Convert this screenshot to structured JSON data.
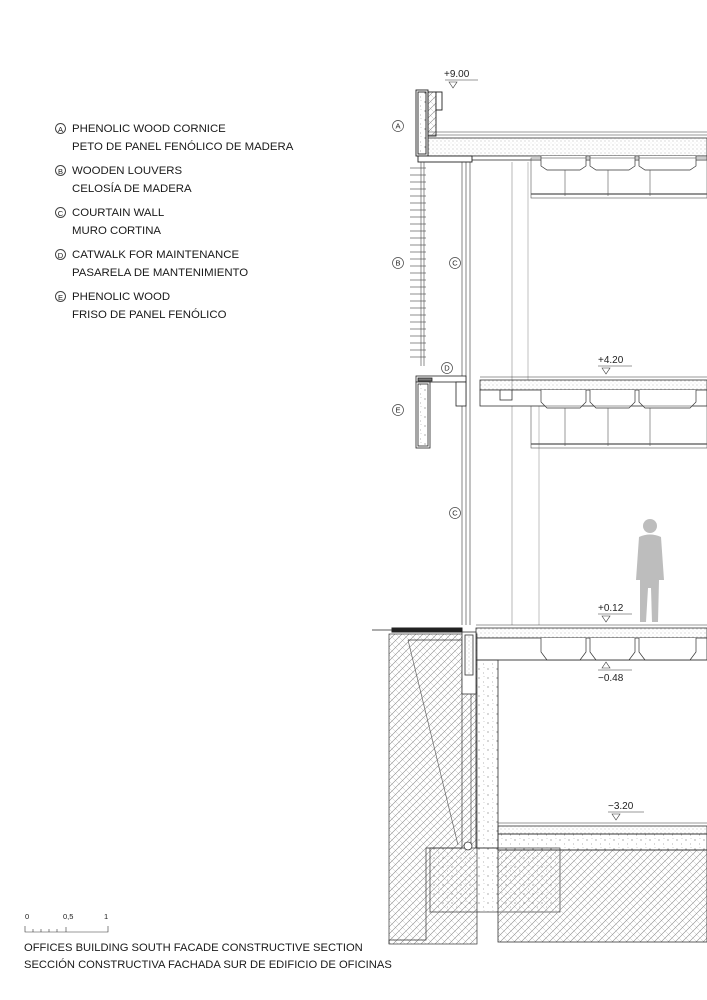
{
  "legend": [
    {
      "letter": "A",
      "en": "PHENOLIC WOOD CORNICE",
      "es": "PETO DE PANEL FENÓLICO DE MADERA"
    },
    {
      "letter": "B",
      "en": "WOODEN LOUVERS",
      "es": "CELOSÍA DE MADERA"
    },
    {
      "letter": "C",
      "en": "COURTAIN WALL",
      "es": "MURO CORTINA"
    },
    {
      "letter": "D",
      "en": "CATWALK FOR MAINTENANCE",
      "es": "PASARELA DE MANTENIMIENTO"
    },
    {
      "letter": "E",
      "en": "PHENOLIC WOOD",
      "es": "FRISO DE PANEL FENÓLICO"
    }
  ],
  "levels": {
    "roof": "+9.00",
    "first_floor": "+4.20",
    "ground_floor": "+0.12",
    "ground_slab_bottom": "−0.48",
    "basement": "−3.20"
  },
  "callouts": {
    "a": "A",
    "b": "B",
    "c1": "C",
    "c2": "C",
    "d": "D",
    "e": "E"
  },
  "scale": {
    "zero": "0",
    "half": "0,5",
    "one": "1"
  },
  "caption": {
    "en": "OFFICES BUILDING SOUTH FACADE CONSTRUCTIVE SECTION",
    "es": "SECCIÓN CONSTRUCTIVA FACHADA SUR DE EDIFICIO DE OFICINAS"
  }
}
